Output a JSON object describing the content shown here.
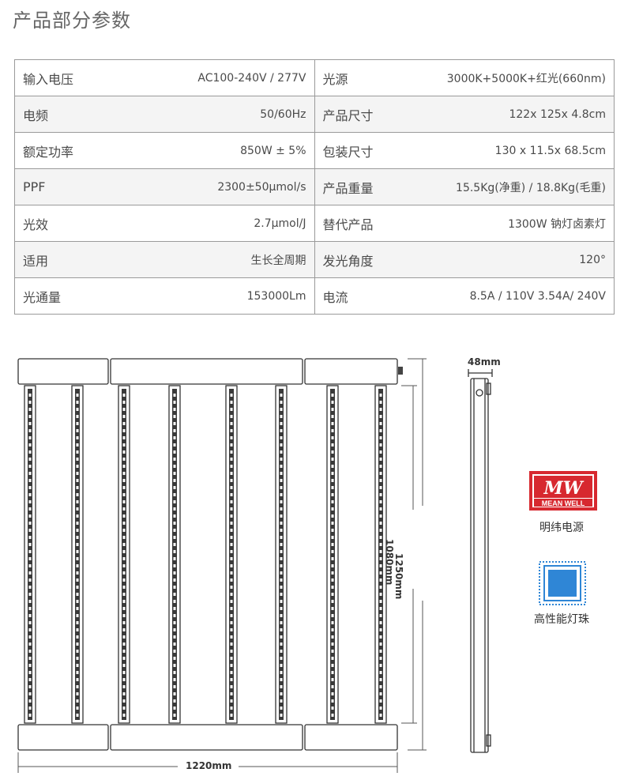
{
  "title": "产品部分参数",
  "specs": [
    {
      "k1": "输入电压",
      "v1": "AC100-240V / 277V",
      "k2": "光源",
      "v2": "3000K+5000K+红光(660nm)"
    },
    {
      "k1": "电频",
      "v1": "50/60Hz",
      "k2": "产品尺寸",
      "v2": "122x 125x 4.8cm"
    },
    {
      "k1": "额定功率",
      "v1": "850W ± 5%",
      "k2": "包装尺寸",
      "v2": "130 x 11.5x 68.5cm"
    },
    {
      "k1": "PPF",
      "v1": "2300±50μmol/s",
      "k2": "产品重量",
      "v2": "15.5Kg(净重) / 18.8Kg(毛重)"
    },
    {
      "k1": "光效",
      "v1": "2.7μmol/J",
      "k2": "替代产品",
      "v2": "1300W 钠灯卤素灯"
    },
    {
      "k1": "适用",
      "v1": "生长全周期",
      "k2": "发光角度",
      "v2": "120°"
    },
    {
      "k1": "光通量",
      "v1": "153000Lm",
      "k2": "电流",
      "v2": "8.5A / 110V      3.54A/ 240V"
    }
  ],
  "dimensions": {
    "width": "1220mm",
    "height_outer": "1250mm",
    "height_inner": "1080mm",
    "thickness": "48mm"
  },
  "badges": {
    "meanwell_logo_text": "MW",
    "meanwell_brand": "MEAN WELL",
    "meanwell_label": "明纬电源",
    "chip_label": "高性能灯珠"
  },
  "colors": {
    "meanwell_red": "#d7282f",
    "chip_blue": "#2f86d6"
  }
}
